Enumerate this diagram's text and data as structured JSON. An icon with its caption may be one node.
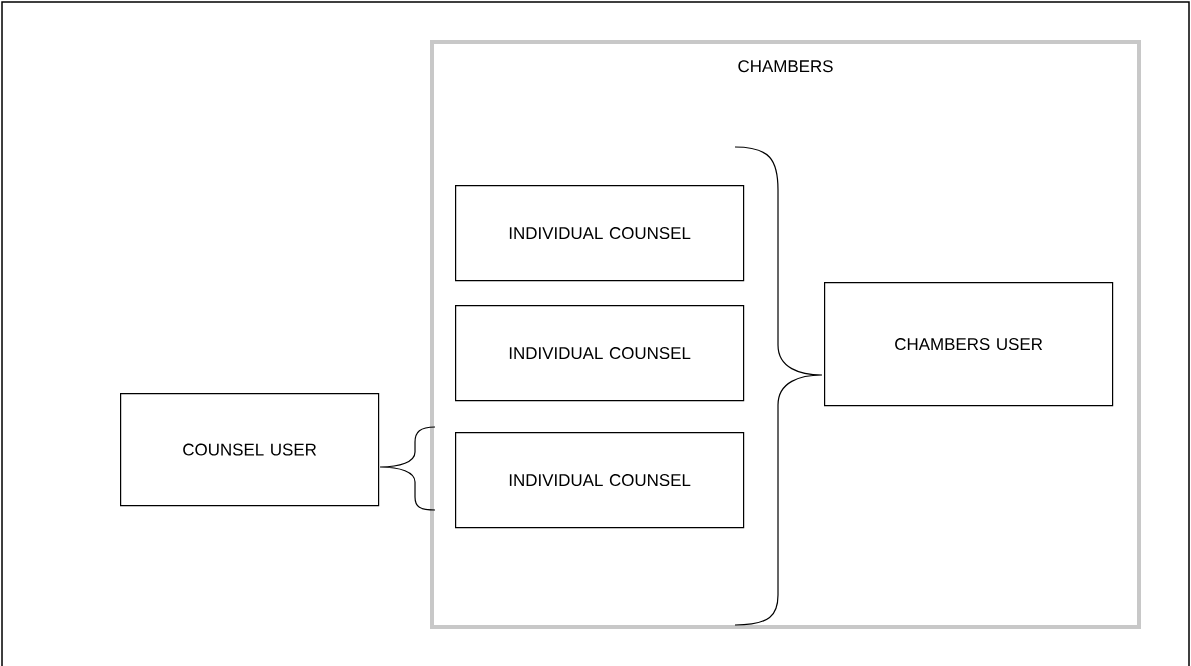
{
  "diagram": {
    "nodes": [
      {
        "text": [
          "CHAMBERS"
        ]
      },
      {
        "text": [
          "INDIVIDUAL COUNSEL"
        ],
        "in": 0
      },
      {
        "text": [
          "INDIVIDUAL COUNSEL"
        ],
        "in": 0
      },
      {
        "text": [
          "INDIVIDUAL COUNSEL"
        ],
        "in": 0
      },
      {
        "text": [
          "CHAMBERS USER"
        ],
        "in": 0
      },
      {
        "text": [
          "COUNSEL USER"
        ]
      }
    ]
  }
}
